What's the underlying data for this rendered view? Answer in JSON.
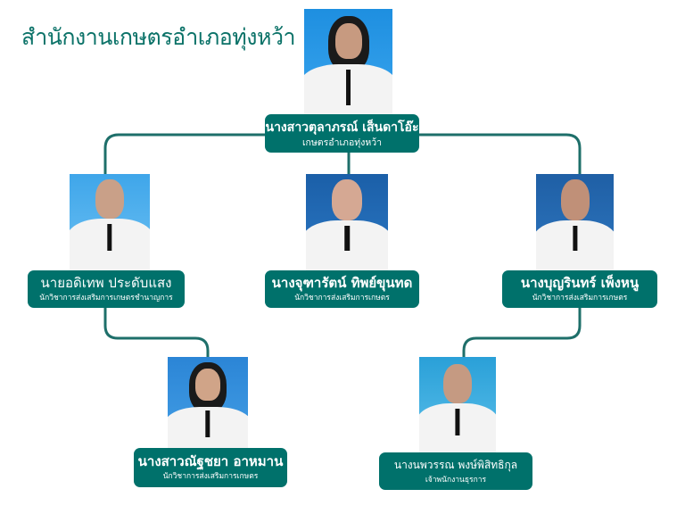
{
  "title": "สำนักงานเกษตรอำเภอทุ่งหว้า",
  "colors": {
    "accent": "#00716b",
    "line": "#1e6f6a"
  },
  "people": [
    {
      "name": "นางสาวตุลาภรณ์ เส็นดาโอ๊ะ",
      "position": "เกษตรอำเภอทุ่งหว้า"
    },
    {
      "name": "นายอดิเทพ  ประดับแสง",
      "position": "นักวิชาการส่งเสริมการเกษตรชำนาญการ"
    },
    {
      "name": "นางจุฑารัตน์ ทิพย์ขุนทด",
      "position": "นักวิชาการส่งเสริมการเกษตร"
    },
    {
      "name": "นางบุญรินทร์ เพ็งหนู",
      "position": "นักวิชาการส่งเสริมการเกษตร"
    },
    {
      "name": "นางสาวณัฐชยา อาหมาน",
      "position": "นักวิชาการส่งเสริมการเกษตร"
    },
    {
      "name": "นางนพวรรณ พงษ์พิสิทธิกุล",
      "position": "เจ้าพนักงานธุรการ"
    }
  ]
}
